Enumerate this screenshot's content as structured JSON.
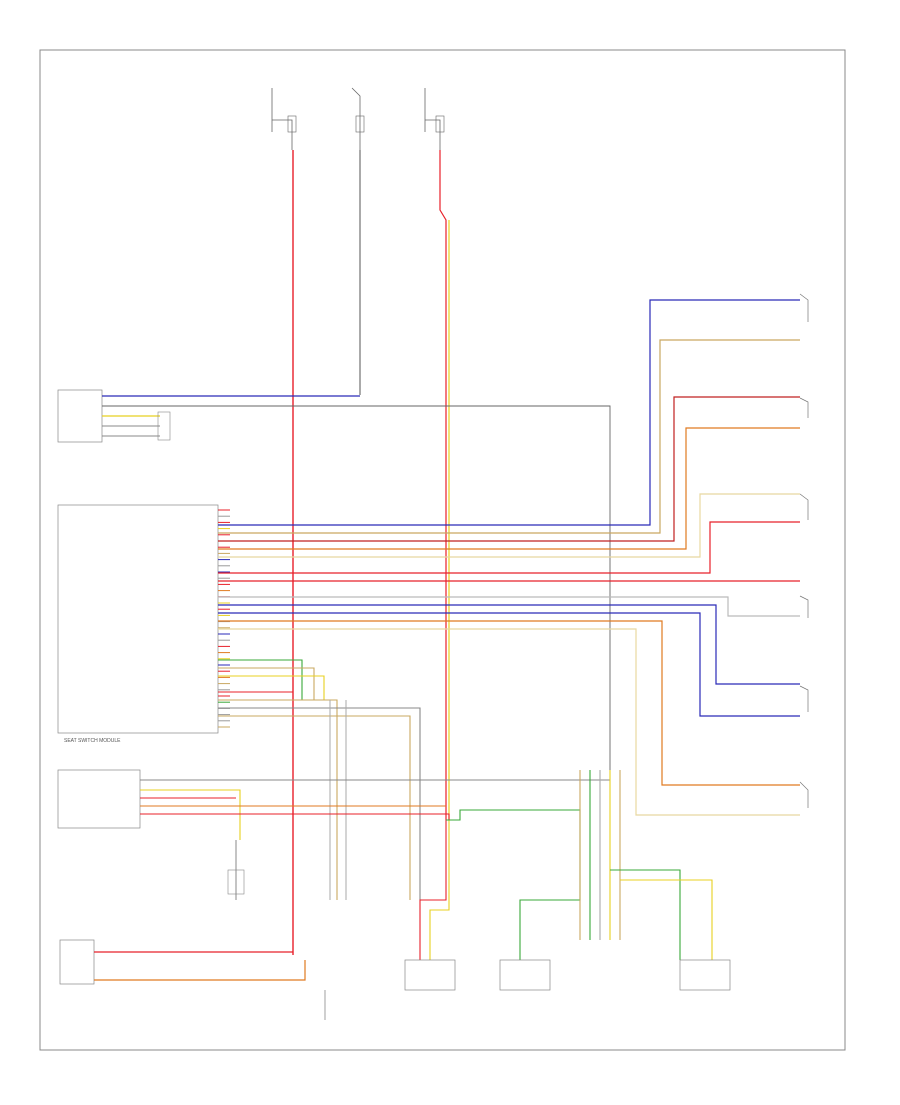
{
  "diagram": {
    "border": true
  },
  "colors": {
    "red": "#e8202a",
    "blue": "#2a2ab8",
    "yellow": "#e8d020",
    "grey": "#9a9a9a",
    "tan": "#c9a860",
    "green": "#3aa83a",
    "orange": "#e07a20",
    "black": "#222222"
  },
  "wire_colors": {
    "ch1": "red",
    "ch2": "grey",
    "ch3": "red",
    "ch4": "yellow",
    "ch5": "red",
    "ch6": "yellow",
    "ch7": "red",
    "ch8": "tan",
    "ch9": "blue",
    "ch10": "grey",
    "ch11": "blue",
    "ch12": "grey",
    "ch13": "red",
    "ch14": "orange",
    "ch15": "red",
    "ch16": "yellow",
    "ch17": "red",
    "ch18": "yellow",
    "ch19": "grey",
    "ch20": "tan",
    "ch21": "blue",
    "ch22": "grey",
    "ch23": "red",
    "ch24": "orange",
    "ch25": "yellow",
    "ch26": "blue",
    "ch27": "red",
    "ch28": "orange",
    "ch29": "tan",
    "ch30": "grey",
    "ch31": "red",
    "ch32": "green",
    "ch33": "grey",
    "ch34": "grey",
    "ch35": "grey",
    "ch36": "tan"
  }
}
